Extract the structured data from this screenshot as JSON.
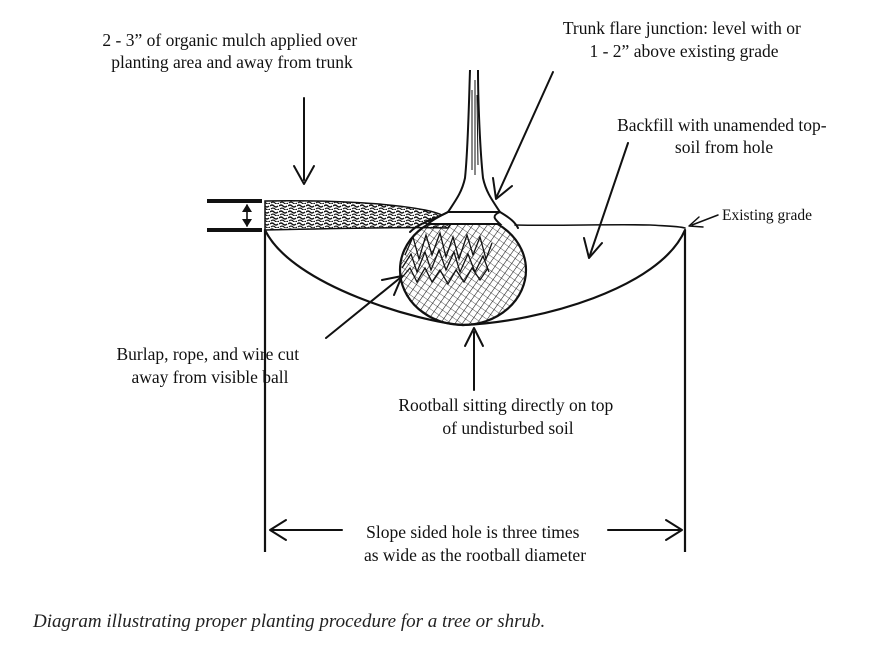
{
  "labels": {
    "mulch_line1": "2 - 3” of organic mulch applied over",
    "mulch_line2": "planting area and away from trunk",
    "flare_line1": "Trunk flare junction: level with or",
    "flare_line2": "1 - 2” above existing grade",
    "backfill_line1": "Backfill with unamended top-",
    "backfill_line2": "soil from hole",
    "grade": "Existing grade",
    "burlap_line1": "Burlap, rope, and  wire cut",
    "burlap_line2": "away from visible  ball",
    "rootball_line1": "Rootball sitting directly on top",
    "rootball_line2": "of undisturbed soil",
    "width_line1": "Slope sided hole is three times",
    "width_line2": "as wide as the rootball diameter"
  },
  "caption": "Diagram illustrating proper planting procedure for a tree or shrub.",
  "colors": {
    "ink": "#111111",
    "background": "#ffffff"
  }
}
